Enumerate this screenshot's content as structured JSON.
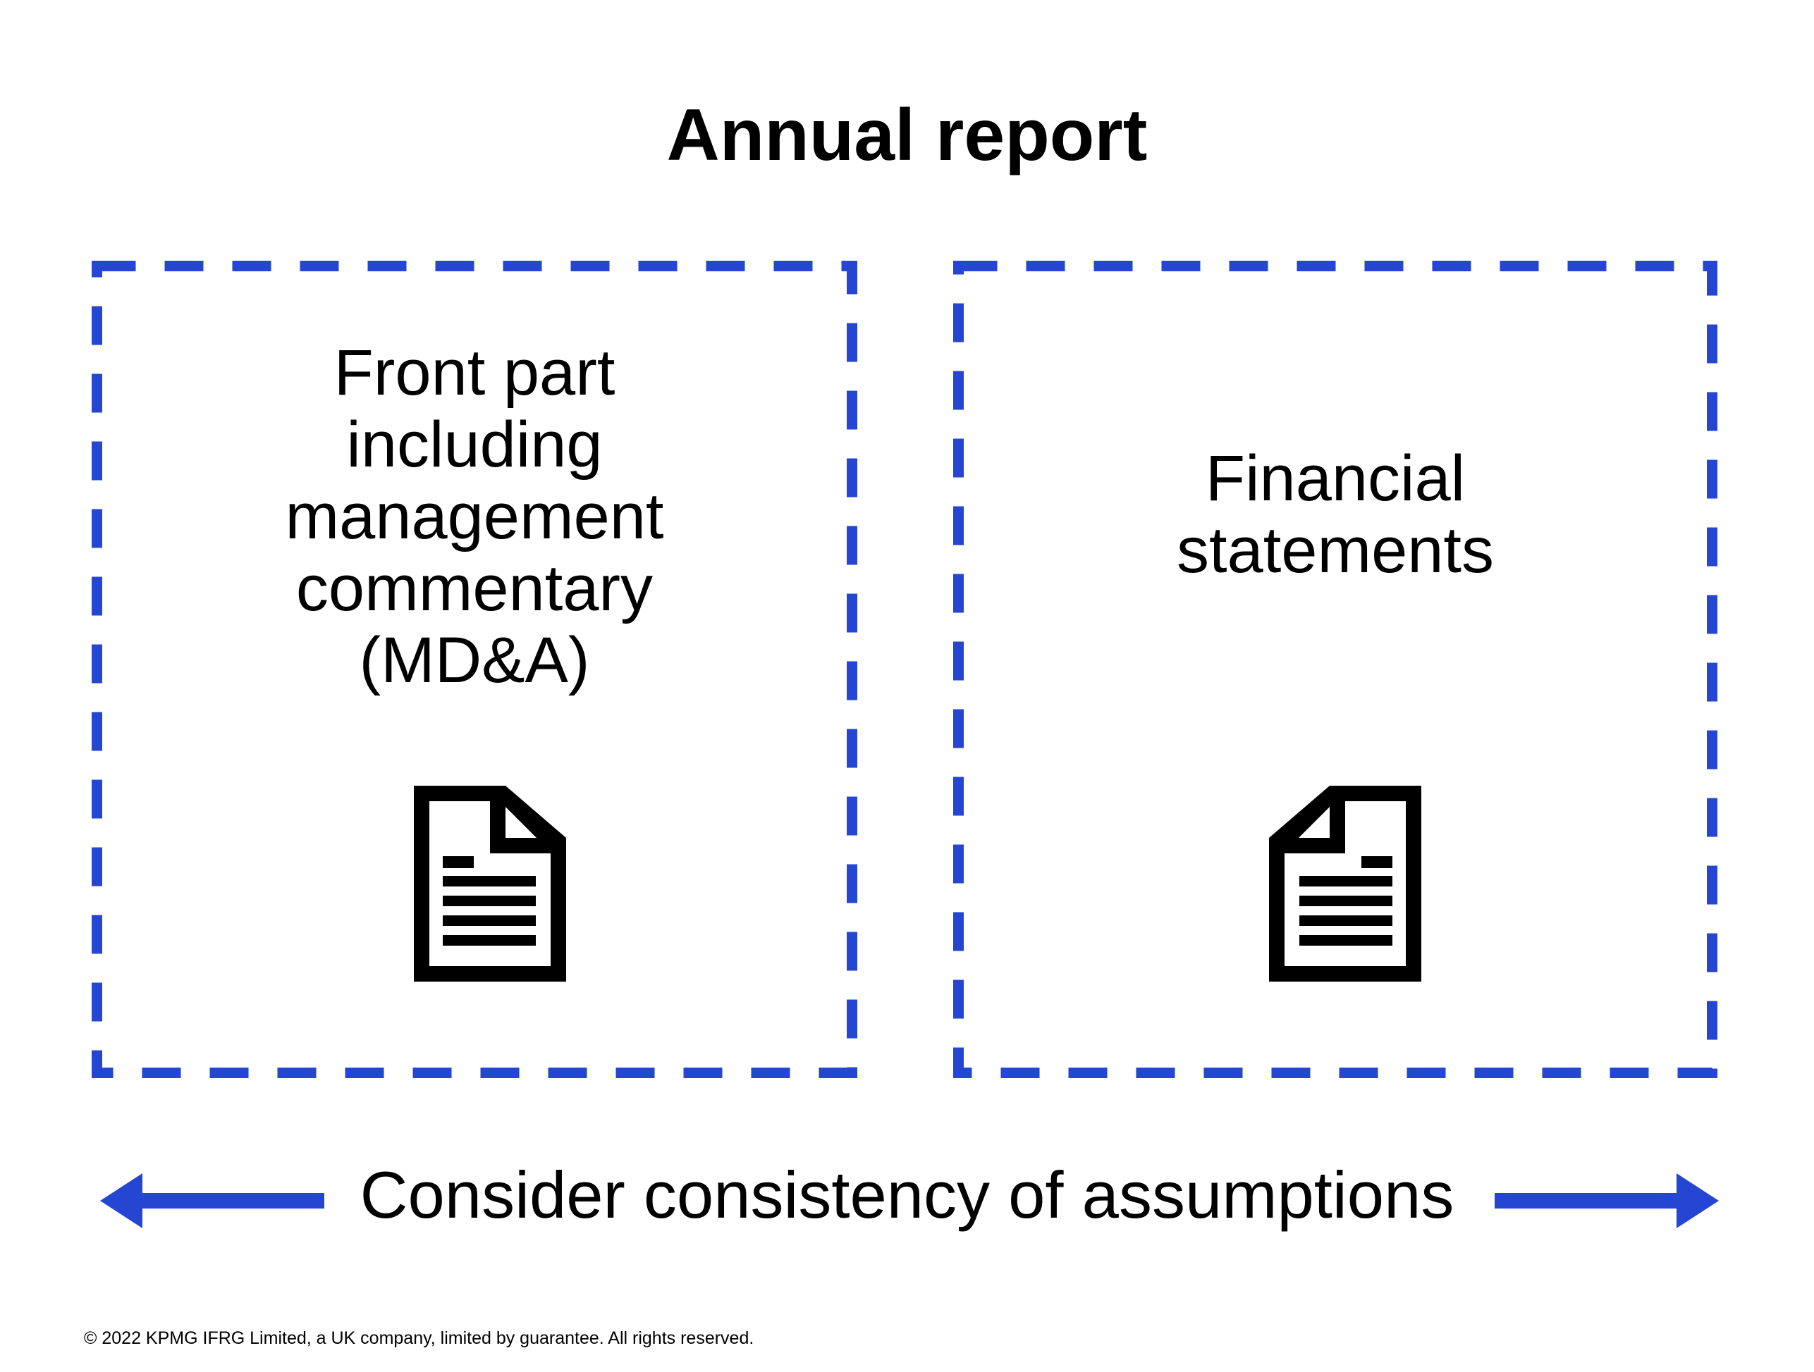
{
  "title": "Annual report",
  "boxes": [
    {
      "label": "Front part\nincluding\nmanagement\ncommentary\n(MD&A)",
      "icon": "document-icon"
    },
    {
      "label": "Financial\nstatements",
      "icon": "document-icon"
    }
  ],
  "caption": "Consider consistency of assumptions",
  "footer": "© 2022 KPMG IFRG Limited, a UK company, limited by guarantee. All rights reserved.",
  "icons": [
    "left-arrow-icon",
    "right-arrow-icon",
    "document-icon"
  ],
  "colors": {
    "accent_blue": "#2446D2",
    "text": "#000000",
    "background": "#FFFFFF"
  }
}
